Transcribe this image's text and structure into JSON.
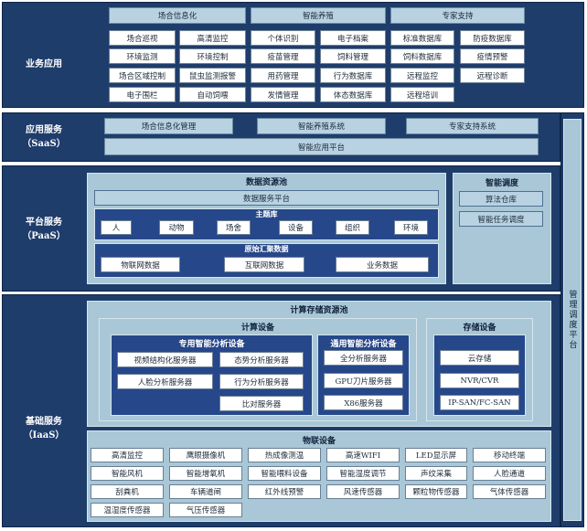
{
  "business": {
    "label": "业务应用",
    "headers": [
      "场合信息化",
      "智能养殖",
      "专家支持"
    ],
    "col1": [
      "场合巡视",
      "环境监测",
      "场合区域控制",
      "电子围栏"
    ],
    "col2": [
      "高清监控",
      "环境控制",
      "鼠虫监测报警",
      "自动饲喂"
    ],
    "col3": [
      "个体识别",
      "疫苗管理",
      "用药管理",
      "发情管理"
    ],
    "col4": [
      "电子档案",
      "饲料管理",
      "行为数据库",
      "体态数据库"
    ],
    "col5": [
      "标准数据库",
      "饲料数据库",
      "远程监控",
      "远程培训"
    ],
    "col6": [
      "防疫数据库",
      "疫情预警",
      "远程诊断"
    ]
  },
  "saas": {
    "label": "应用服务\n（SaaS）",
    "systems": [
      "场合信息化管理",
      "智能养殖系统",
      "专家支持系统"
    ],
    "platform": "智能应用平台"
  },
  "paas": {
    "label": "平台服务\n（PaaS）",
    "pool_title": "数据资源池",
    "service_platform": "数据服务平台",
    "topic_title": "主题库",
    "topics": [
      "人",
      "动物",
      "场舍",
      "设备",
      "组织",
      "环境"
    ],
    "raw_title": "原始汇聚数据",
    "raw": [
      "物联网数据",
      "互联网数据",
      "业务数据"
    ],
    "sched_title": "智能调度",
    "sched": [
      "算法仓库",
      "智能任务调度"
    ]
  },
  "iaas": {
    "label": "基础服务\n（IaaS）",
    "pool_title": "计算存储资源池",
    "compute_title": "计算设备",
    "special_title": "专用智能分析设备",
    "special": [
      "视频结构化服务器",
      "态势分析服务器",
      "人脸分析服务器",
      "行为分析服务器",
      "比对服务器"
    ],
    "general_title": "通用智能分析设备",
    "general": [
      "全分析服务器",
      "GPU刀片服务器",
      "X86服务器"
    ],
    "storage_title": "存储设备",
    "storage": [
      "云存储",
      "NVR/CVR",
      "IP-SAN/FC-SAN"
    ],
    "iot_title": "物联设备",
    "iot_row1": [
      "高清监控",
      "鹰眼摄像机",
      "热成像测温",
      "高速WIFI",
      "LED显示屏",
      "移动终端"
    ],
    "iot_row2": [
      "智能风机",
      "智能增氧机",
      "智能喂料设备",
      "智能湿度调节",
      "声纹采集",
      "人脸通道"
    ],
    "iot_row3": [
      "刮粪机",
      "车辆道闸",
      "红外线预警",
      "风速传感器",
      "颗粒物传感器",
      "气体传感器"
    ],
    "iot_row4": [
      "温湿度传感器",
      "气压传感器"
    ]
  },
  "management": "管理调度平台"
}
